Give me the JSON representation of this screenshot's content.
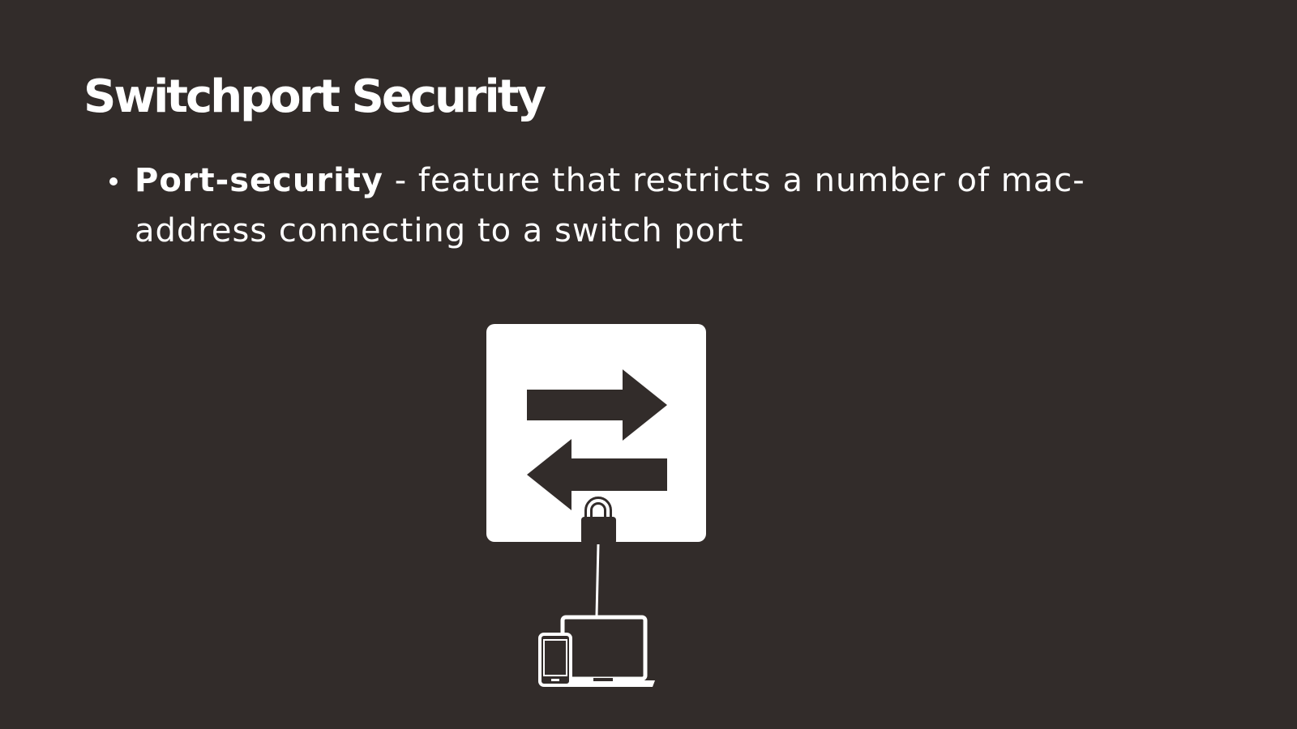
{
  "slide": {
    "title": "Switchport Security",
    "bullets": [
      {
        "term": "Port-security",
        "description": " - feature that restricts a number of mac-address connecting to a switch port"
      }
    ]
  },
  "diagram": {
    "icons": [
      "switch-icon",
      "padlock-icon",
      "cable-line",
      "devices-icon"
    ]
  },
  "colors": {
    "background": "#322c2a",
    "foreground": "#ffffff"
  }
}
